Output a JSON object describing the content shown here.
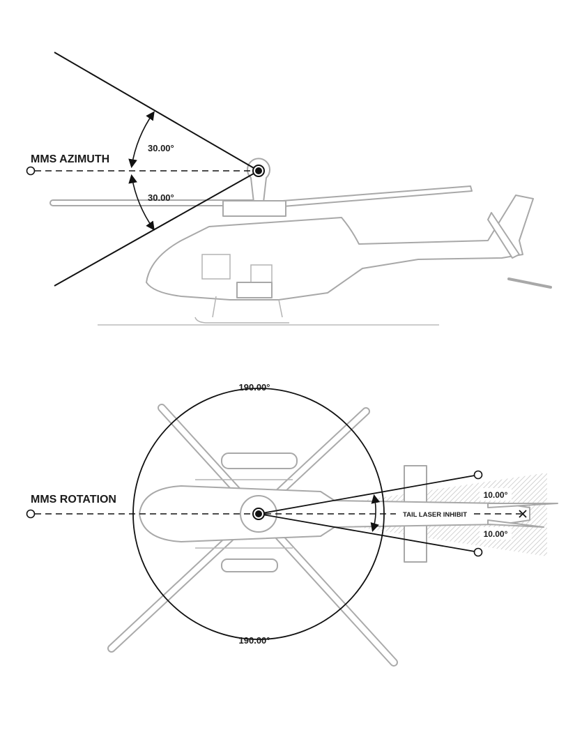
{
  "side_view": {
    "title": "MMS AZIMUTH",
    "upper_angle": "30.00°",
    "lower_angle": "30.00°"
  },
  "top_view": {
    "title": "MMS ROTATION",
    "top_angle": "190.00°",
    "bottom_angle": "190.00°",
    "inhibit_label": "TAIL LASER INHIBIT",
    "inhibit_upper_angle": "10.00°",
    "inhibit_lower_angle": "10.00°"
  },
  "colors": {
    "line": "#111111",
    "helicopter": "#a8a8a8",
    "hatch": "#c8c8c8"
  }
}
